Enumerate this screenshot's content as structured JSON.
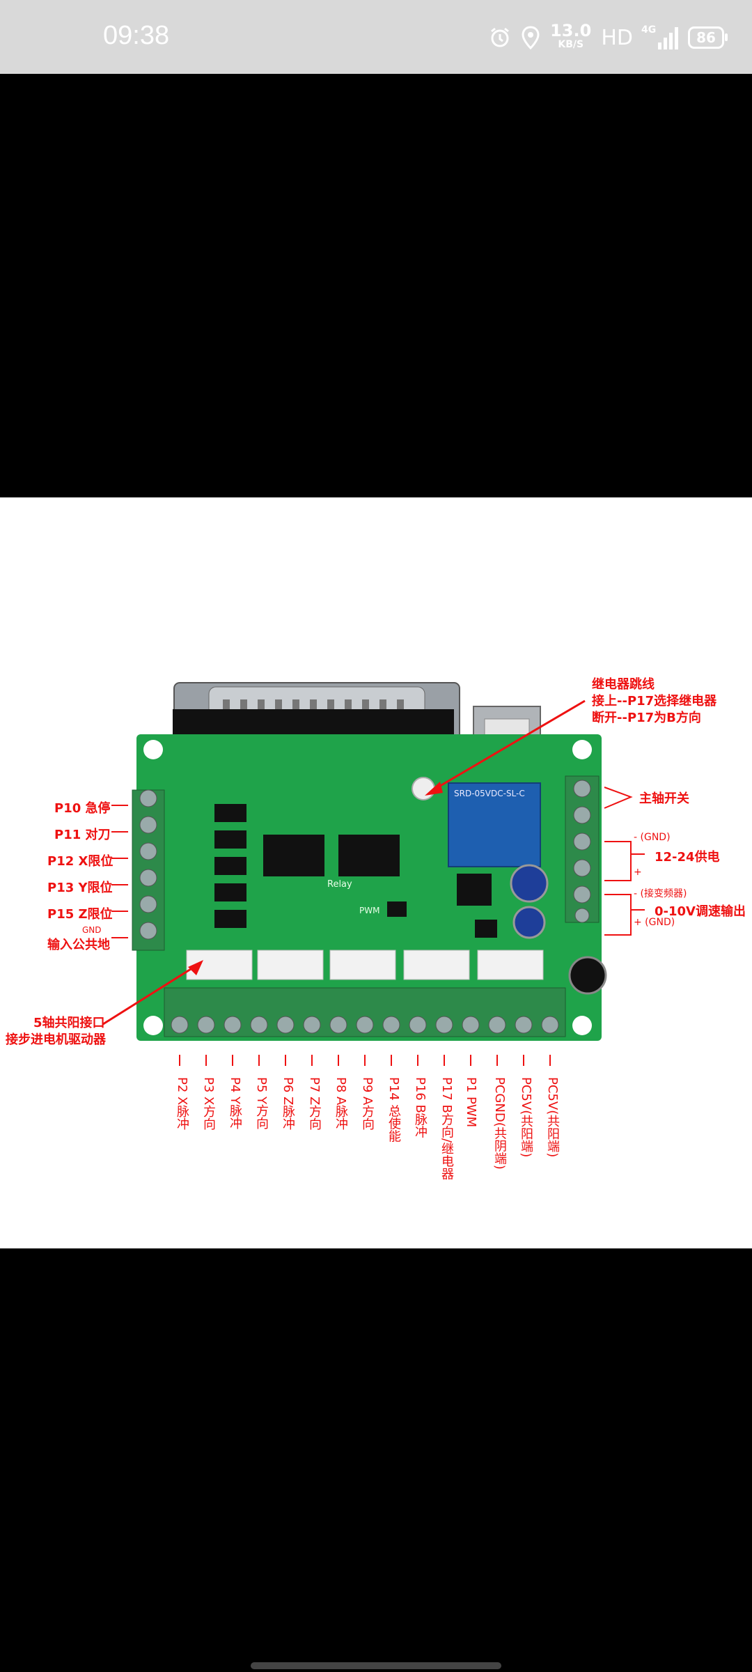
{
  "status_bar": {
    "time": "09:38",
    "speed_value": "13.0",
    "speed_unit": "KB/S",
    "hd_label": "HD",
    "network_label": "4G",
    "battery_level": "86"
  },
  "image": {
    "relay_title": "继电器跳线",
    "relay_line1": "接上--P17选择继电器",
    "relay_line2": "断开--P17为B方向",
    "spindle": "主轴开关",
    "gnd1": "- (GND)",
    "supply": "12-24供电",
    "plus1": "+",
    "vfd": "- (接变频器)",
    "analog": "0-10V调速输出",
    "gnd2": "+ (GND)",
    "left_labels": [
      "P10 急停",
      "P11 对刀",
      "P12 X限位",
      "P13 Y限位",
      "P15 Z限位"
    ],
    "gnd_small": "GND",
    "common_ground": "输入公共地",
    "axis_title": "5轴共阳接口",
    "axis_sub": "接步进电机驱动器",
    "bottom_labels": [
      "P2 X脉冲",
      "P3 X方向",
      "P4 Y脉冲",
      "P5 Y方向",
      "P6 Z脉冲",
      "P7 Z方向",
      "P8 A脉冲",
      "P9 A方向",
      "P14 总使能",
      "P16 B脉冲",
      "P17 B方向/继电器",
      "P1 PWM",
      "PCGND(共阴端)",
      "PC5V(共阳端)",
      "PC5V(共阳端)"
    ],
    "relay_part": "SRD-05VDC-SL-C",
    "board_relay": "Relay",
    "board_pwm": "PWM"
  }
}
